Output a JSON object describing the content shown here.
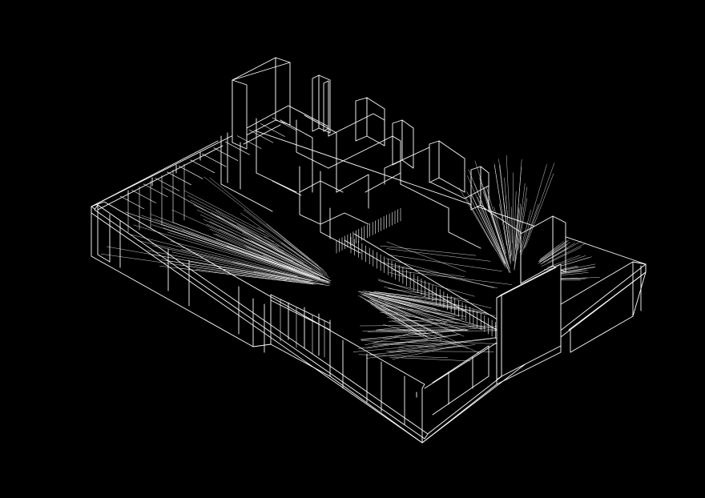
{
  "drawing": {
    "kind": "isometric wireframe",
    "colors": {
      "background": "#000000",
      "line": "#ffffff"
    },
    "icons": [
      "floor-slab",
      "perimeter-walls",
      "interior-partitions",
      "stair-louvers",
      "radiating-lines-left",
      "radiating-lines-right",
      "freestanding-panel"
    ]
  }
}
